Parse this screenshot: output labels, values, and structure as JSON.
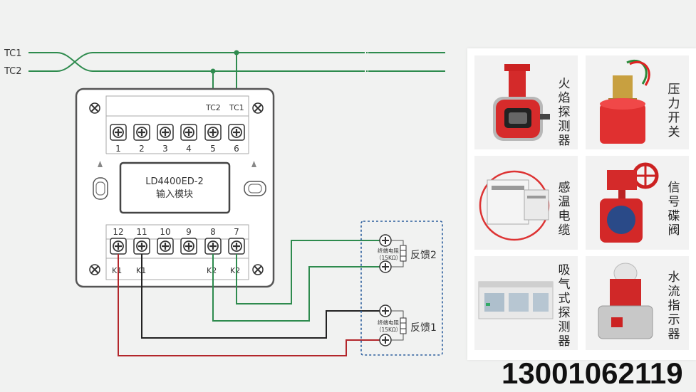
{
  "bus": {
    "tc1": "TC1",
    "tc2": "TC2"
  },
  "module": {
    "top_terminal_labels": {
      "tc2": "TC2",
      "tc1": "TC1"
    },
    "top_terminals": [
      "1",
      "2",
      "3",
      "4",
      "5",
      "6"
    ],
    "bottom_terminals": [
      "12",
      "11",
      "10",
      "9",
      "8",
      "7"
    ],
    "bottom_labels": [
      "K1",
      "K1",
      "K2",
      "K2"
    ],
    "model": "LD4400ED-2",
    "name": "输入模块"
  },
  "feedback": [
    {
      "label": "反馈2",
      "resistor_label": "终端电阻",
      "resistor_value": "（15KΩ）"
    },
    {
      "label": "反馈1",
      "resistor_label": "终端电阻",
      "resistor_value": "（15KΩ）"
    }
  ],
  "devices": [
    {
      "name": "火焰探测器",
      "icon": "flame-detector-icon"
    },
    {
      "name": "压力开关",
      "icon": "pressure-switch-icon"
    },
    {
      "name": "感温电缆",
      "icon": "heat-sensing-cable-icon"
    },
    {
      "name": "信号碟阀",
      "icon": "signal-butterfly-valve-icon"
    },
    {
      "name": "吸气式探测器",
      "icon": "aspirating-detector-icon"
    },
    {
      "name": "水流指示器",
      "icon": "water-flow-indicator-icon"
    }
  ],
  "phone": "13001062119",
  "colors": {
    "green": "#2e8b4e",
    "red": "#b3262b",
    "black": "#222222",
    "blue_dash": "#2c5e9e"
  }
}
